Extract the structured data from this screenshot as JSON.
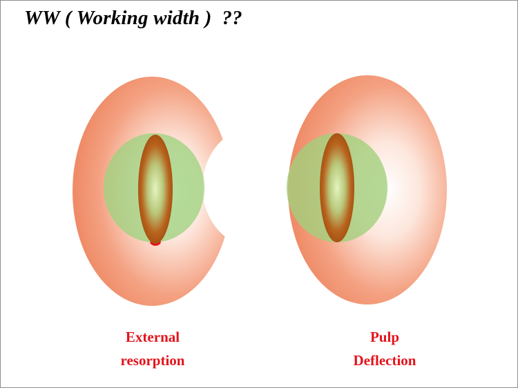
{
  "slide": {
    "title": "WW ( Working width )  ??"
  },
  "diagrams": [
    {
      "caption_line1": "External",
      "caption_line2": "resorption"
    },
    {
      "caption_line1": "Pulp",
      "caption_line2": "Deflection"
    }
  ],
  "colors": {
    "caption": "#e3141b",
    "tooth_outer": "#f0906a",
    "tooth_inner": "#ffffff",
    "file_sphere": "#a6d785",
    "canal_edge": "#b35b1a",
    "canal_center": "#dff2b8"
  }
}
